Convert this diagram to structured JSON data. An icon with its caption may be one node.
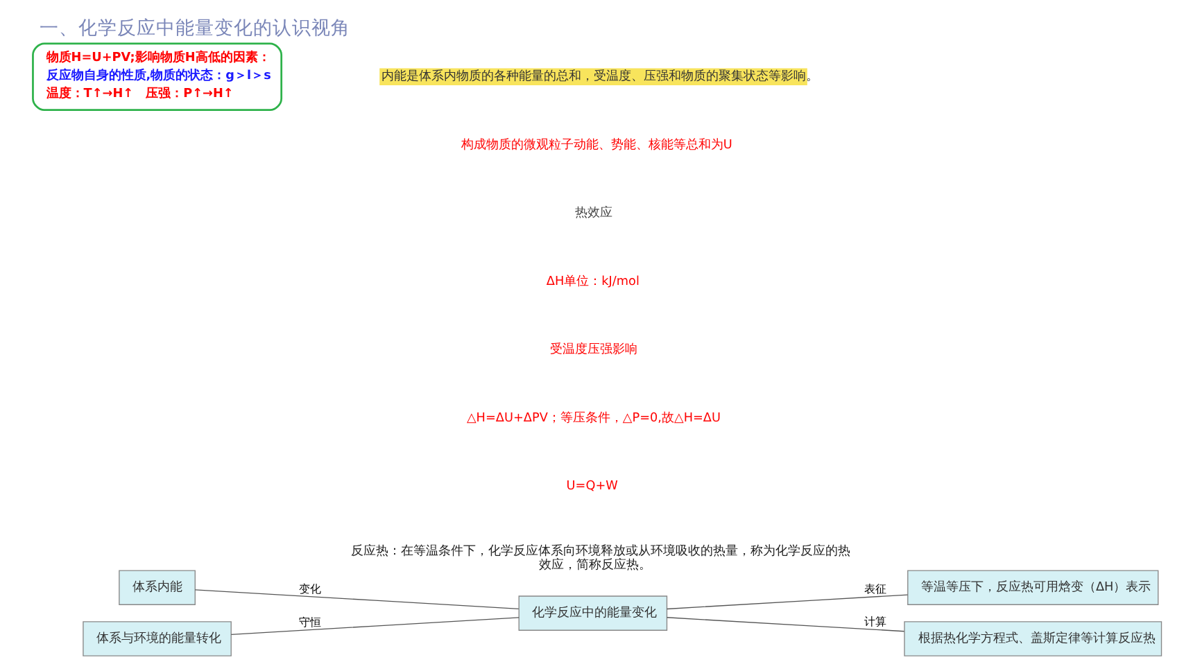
{
  "diagram": {
    "title": "一、化学反应中能量变化的认识视角",
    "nodes": [
      {
        "text": [
          "体系内能"
        ]
      },
      {
        "text": [
          "体系与环境的能量转化"
        ]
      },
      {
        "text": [
          "化学反应中的能量变化"
        ]
      },
      {
        "text": [
          "等温等压下，反应热可用焓变（ΔH）表示"
        ]
      },
      {
        "text": [
          "根据热化学方程式、盖斯定律等计算反应热"
        ]
      },
      {
        "text": [
          "物质H=U+PV;影响物质H高低的因素：",
          "反应物自身的性质,物质的状态：g＞l＞s",
          "温度：T↑→H↑　压强：P↑→H↑"
        ]
      }
    ],
    "edges": [
      {
        "from": 0,
        "to": 2,
        "arrow": "none",
        "label": "变化"
      },
      {
        "from": 1,
        "to": 2,
        "arrow": "none",
        "label": "守恒"
      },
      {
        "from": 2,
        "to": 3,
        "arrow": "none",
        "label": "表征"
      },
      {
        "from": 2,
        "to": 4,
        "arrow": "none",
        "label": "计算"
      }
    ],
    "labels": [
      "内能是体系内物质的各种能量的总和，受温度、压强和物质的聚集状态等影响。",
      "构成物质的微观粒子动能、势能、核能等总和为U",
      "热效应",
      "ΔH单位：kJ/mol",
      "受温度压强影响",
      "△H=ΔU+ΔPV；等压条件，△P=0,故△H=ΔU",
      "U=Q+W",
      "反应热：在等温条件下，化学反应体系向环境释放或从环境吸收的热量，称为化学反应的热效应，简称反应热。"
    ]
  }
}
